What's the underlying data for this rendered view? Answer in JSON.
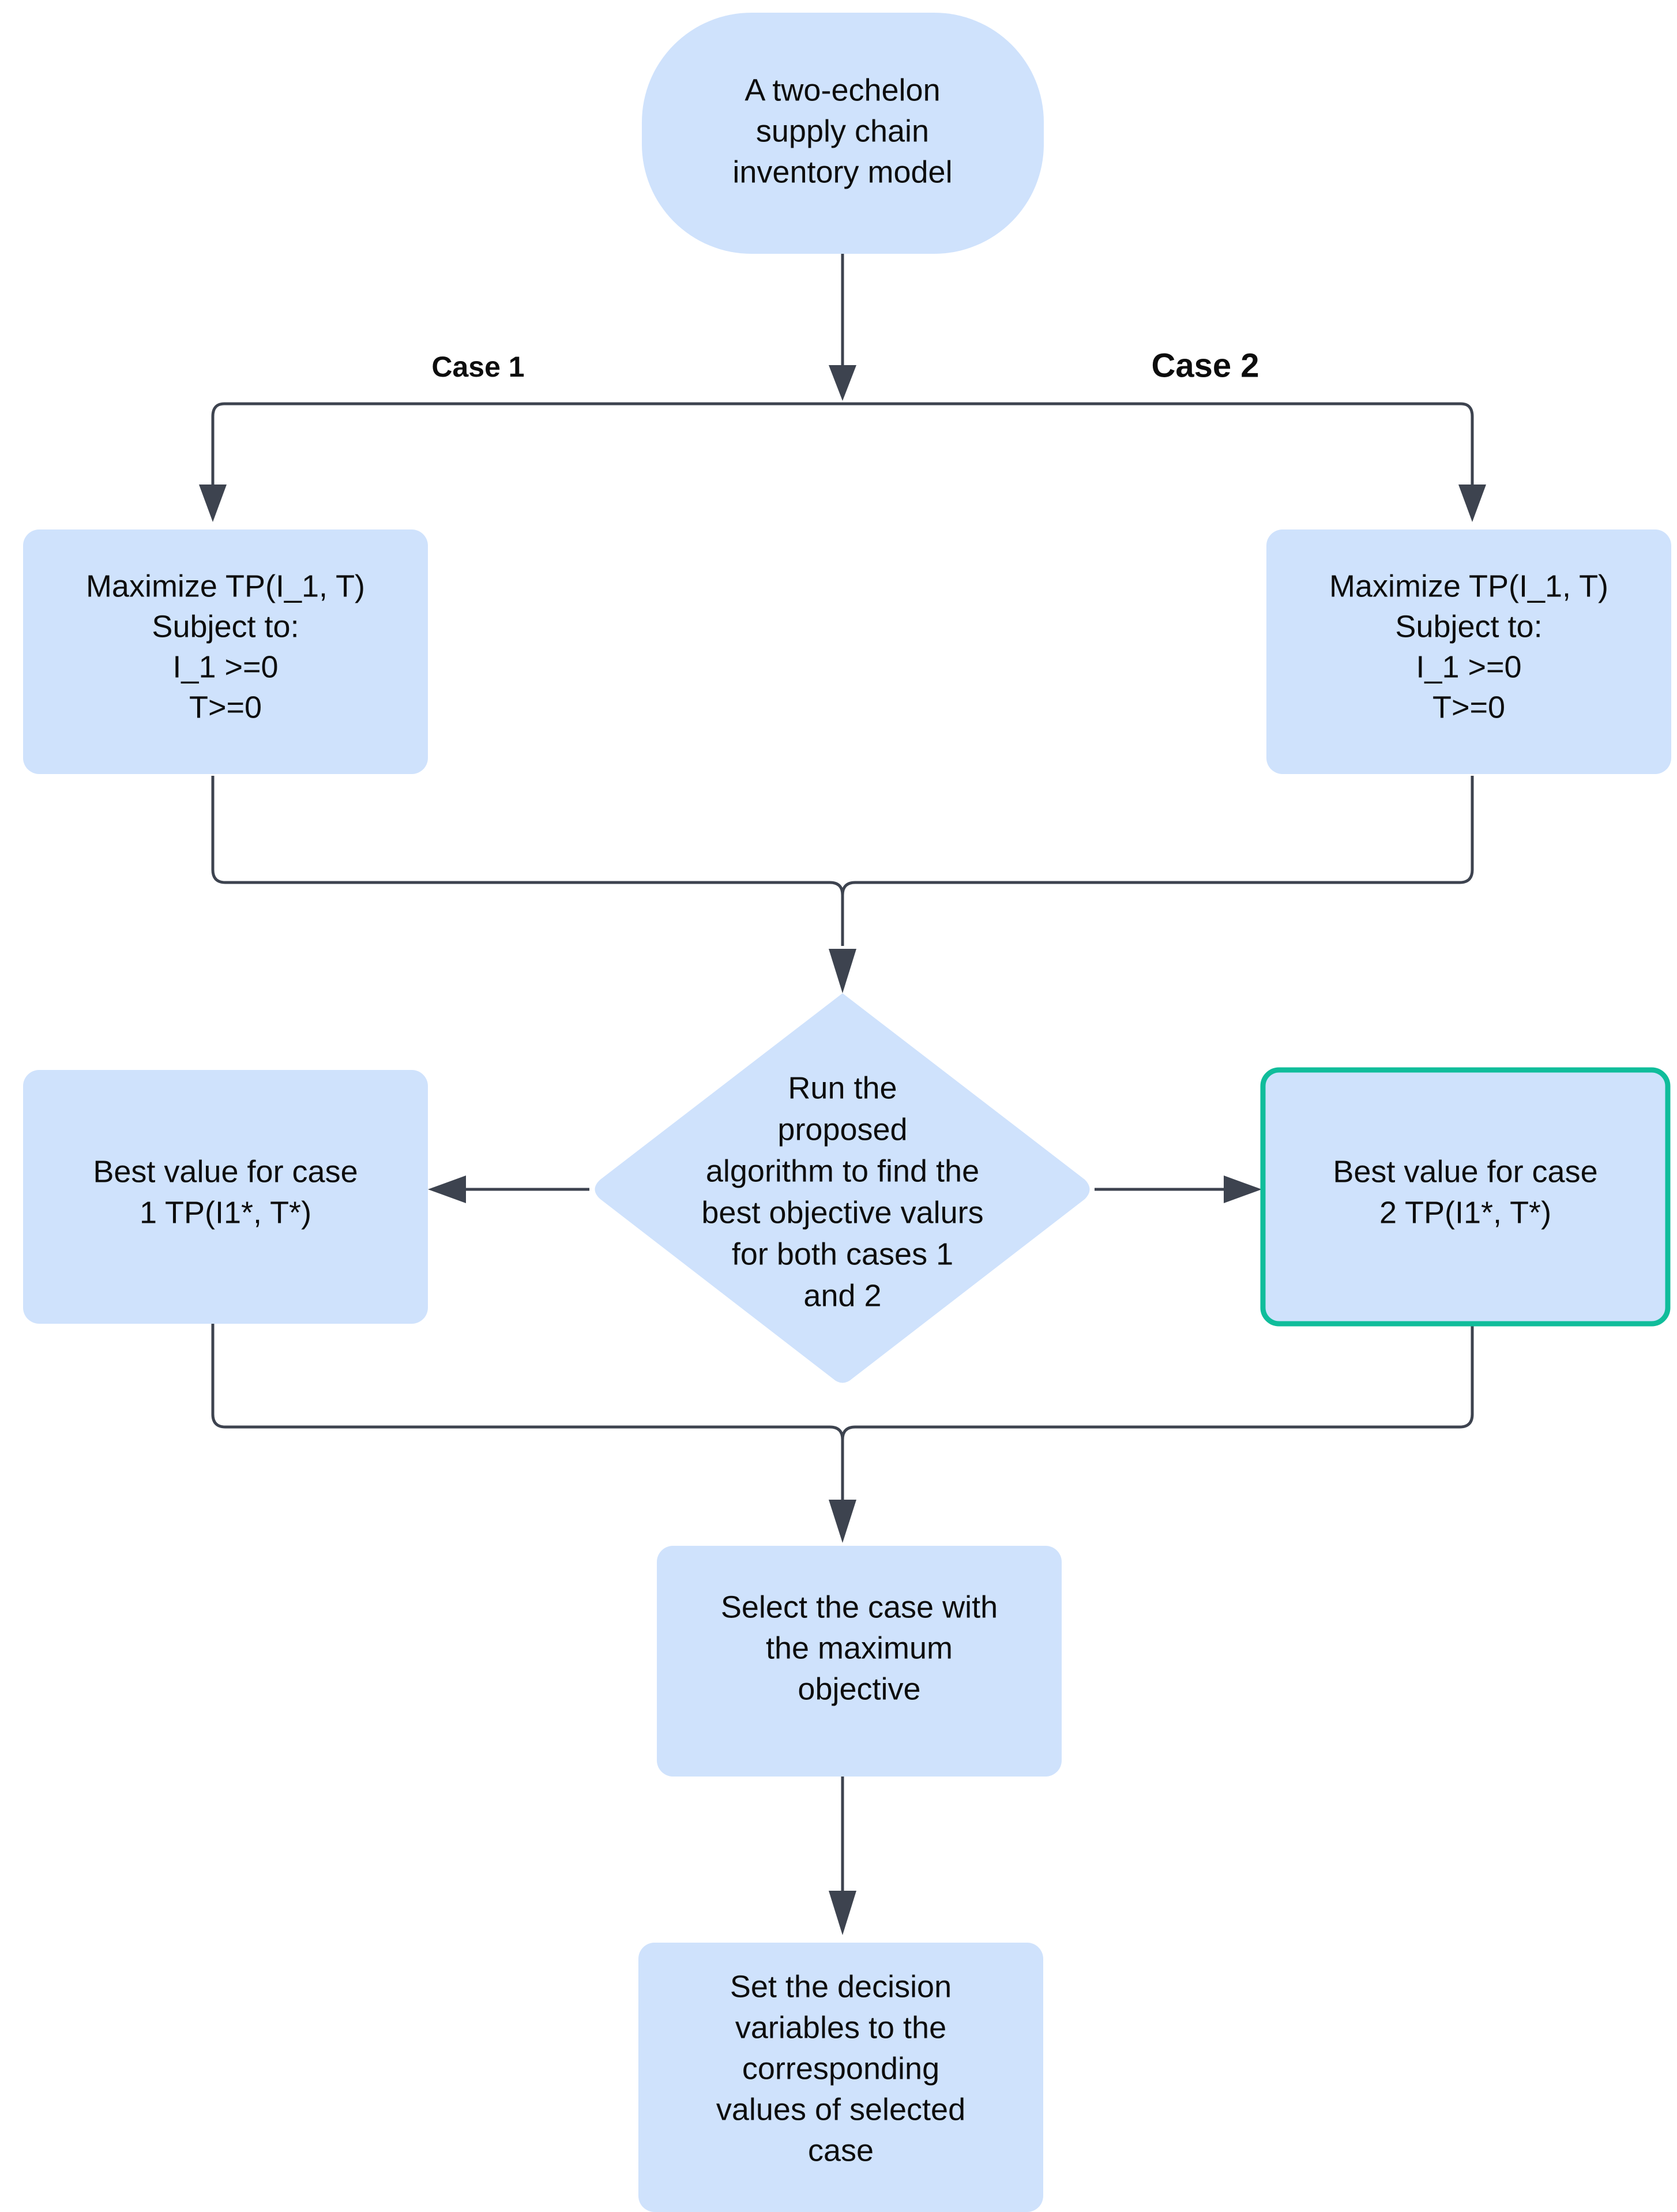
{
  "diagram": {
    "title_node": {
      "id": "start",
      "shape": "rounded-stadium",
      "lines": [
        "A two-echelon",
        "supply chain",
        "inventory model"
      ]
    },
    "nodes": [
      {
        "id": "case1-model",
        "shape": "rounded-rect",
        "lines": [
          "Maximize TP(I_1, T)",
          "Subject to:",
          "I_1 >=0",
          "T>=0"
        ]
      },
      {
        "id": "case2-model",
        "shape": "rounded-rect",
        "lines": [
          "Maximize TP(I_1, T)",
          "Subject to:",
          "I_1 >=0",
          "T>=0"
        ]
      },
      {
        "id": "run-algorithm",
        "shape": "diamond",
        "lines": [
          "Run the",
          "proposed",
          "algorithm to find the",
          "best objective valurs",
          "for both cases 1",
          "and 2"
        ]
      },
      {
        "id": "best-case1",
        "shape": "rounded-rect",
        "lines": [
          "Best value for case",
          "1 TP(I1*, T*)"
        ]
      },
      {
        "id": "best-case2",
        "shape": "rounded-rect",
        "highlighted": true,
        "lines": [
          "Best value for case",
          "2 TP(I1*, T*)"
        ]
      },
      {
        "id": "select-max",
        "shape": "rounded-rect",
        "lines": [
          "Select the case with",
          "the maximum",
          "objective"
        ]
      },
      {
        "id": "set-variables",
        "shape": "rounded-rect",
        "lines": [
          "Set the decision",
          "variables to the",
          "corresponding",
          "values of selected",
          "case"
        ]
      }
    ],
    "edge_labels": {
      "case1": "Case 1",
      "case2": "Case 2"
    },
    "colors": {
      "node_fill": "#cfe2fc",
      "accent_border": "#10bd9b",
      "edge": "#3d434f",
      "text": "#0d0d0d",
      "background": "#ffffff"
    }
  }
}
